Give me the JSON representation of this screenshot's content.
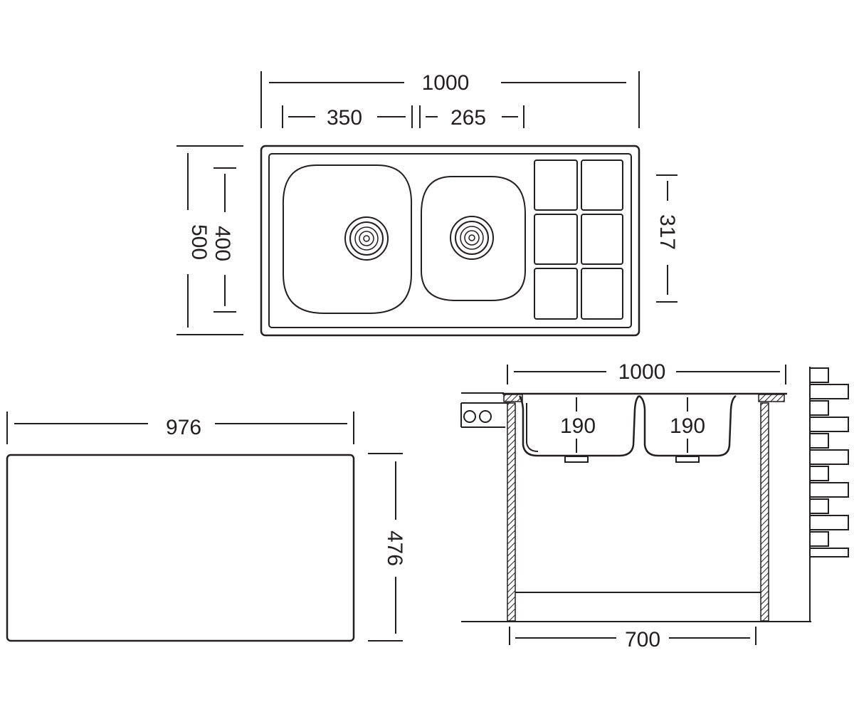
{
  "top_view": {
    "overall_width": "1000",
    "bowl_left_width": "350",
    "bowl_right_width": "265",
    "overall_depth": "500",
    "bowl_depth": "400",
    "drainer_depth": "317"
  },
  "cutout_view": {
    "width": "976",
    "depth": "476"
  },
  "section_view": {
    "overall_width": "1000",
    "bowl_left_height": "190",
    "bowl_right_height": "190",
    "cabinet_width": "700"
  },
  "colors": {
    "line": "#231f20",
    "background": "#ffffff"
  }
}
